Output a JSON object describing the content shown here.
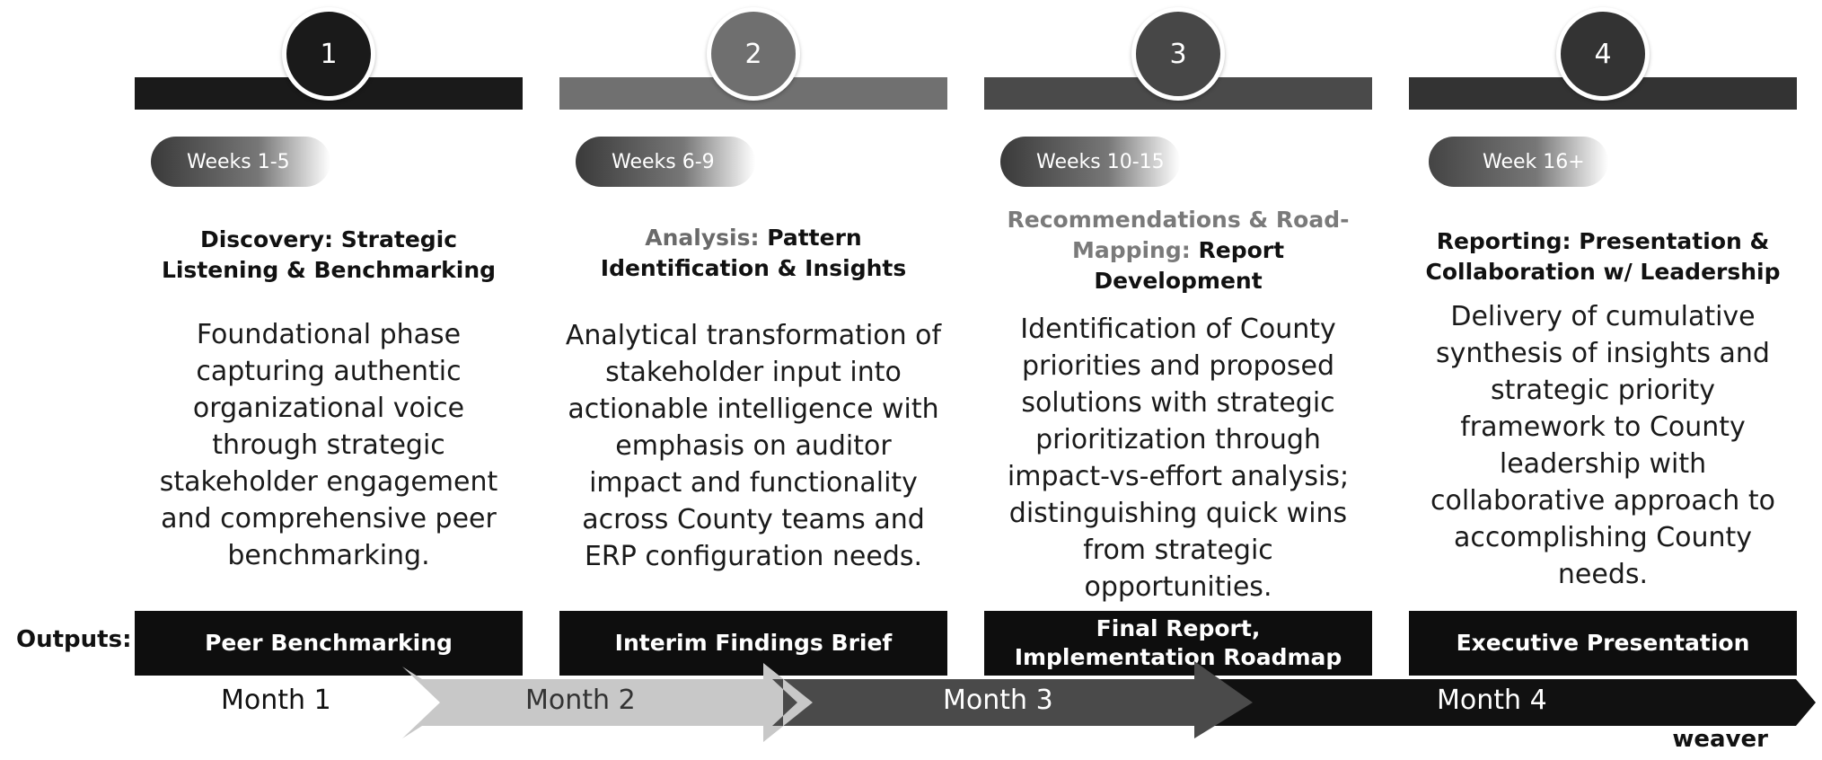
{
  "outputs_label": "Outputs:",
  "phases": [
    {
      "number": "1",
      "weeks": "Weeks 1-5",
      "title_pre": "Discovery: Strategic",
      "title_main": "Listening & Benchmarking",
      "description": "Foundational phase capturing authentic organizational voice through strategic stakeholder engagement and comprehensive peer benchmarking.",
      "output": "Peer Benchmarking",
      "color": "#1a1a1a"
    },
    {
      "number": "2",
      "weeks": "Weeks 6-9",
      "title_pre": "Analysis:",
      "title_main": "Pattern Identification & Insights",
      "description": "Analytical transformation of stakeholder input into actionable intelligence with emphasis on auditor impact and functionality across County teams and ERP configuration needs.",
      "output": "Interim Findings Brief",
      "color": "#6f6f6f"
    },
    {
      "number": "3",
      "weeks": "Weeks 10-15",
      "title_pre": "Recommendations & Road-Mapping:",
      "title_main": "Report Development",
      "description": "Identification of County priorities and proposed solutions with strategic prioritization through impact-vs-effort analysis; distinguishing quick wins from strategic opportunities.",
      "output": "Final Report, Implementation Roadmap",
      "color": "#474747"
    },
    {
      "number": "4",
      "weeks": "Week 16+",
      "title_pre": "Reporting:",
      "title_main": "Presentation & Collaboration w/ Leadership",
      "description": "Delivery of cumulative synthesis of insights and strategic priority framework to County leadership with collaborative approach to accomplishing County needs.",
      "output": "Executive Presentation",
      "color": "#333333"
    }
  ],
  "months": [
    "Month 1",
    "Month 2",
    "Month 3",
    "Month 4"
  ],
  "logo_text": "weaver"
}
